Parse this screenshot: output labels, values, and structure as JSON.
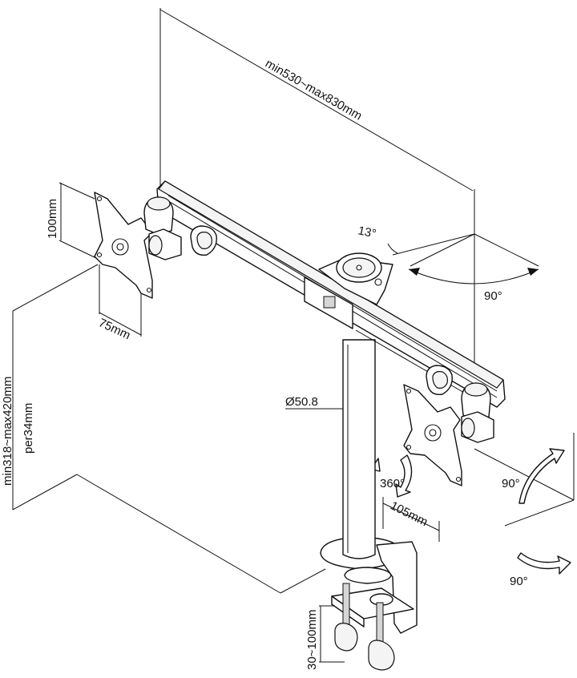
{
  "labels": {
    "arm_length": "min530~max830mm",
    "vesa_height": "100mm",
    "vesa_width": "75mm",
    "tilt_small": "13°",
    "tilt_swivel": "90°",
    "pole_diameter": "Ø50.8",
    "height_range": "min318~max420mm",
    "height_step": "per34mm",
    "rotation": "360°",
    "rotate_right": "90°",
    "rotate_bottom": "90°",
    "clamp_offset": "105mm",
    "clamp_range": "30~100mm"
  },
  "colors": {
    "line": "#111111",
    "background": "#ffffff",
    "shade": "#d6d6d6"
  }
}
